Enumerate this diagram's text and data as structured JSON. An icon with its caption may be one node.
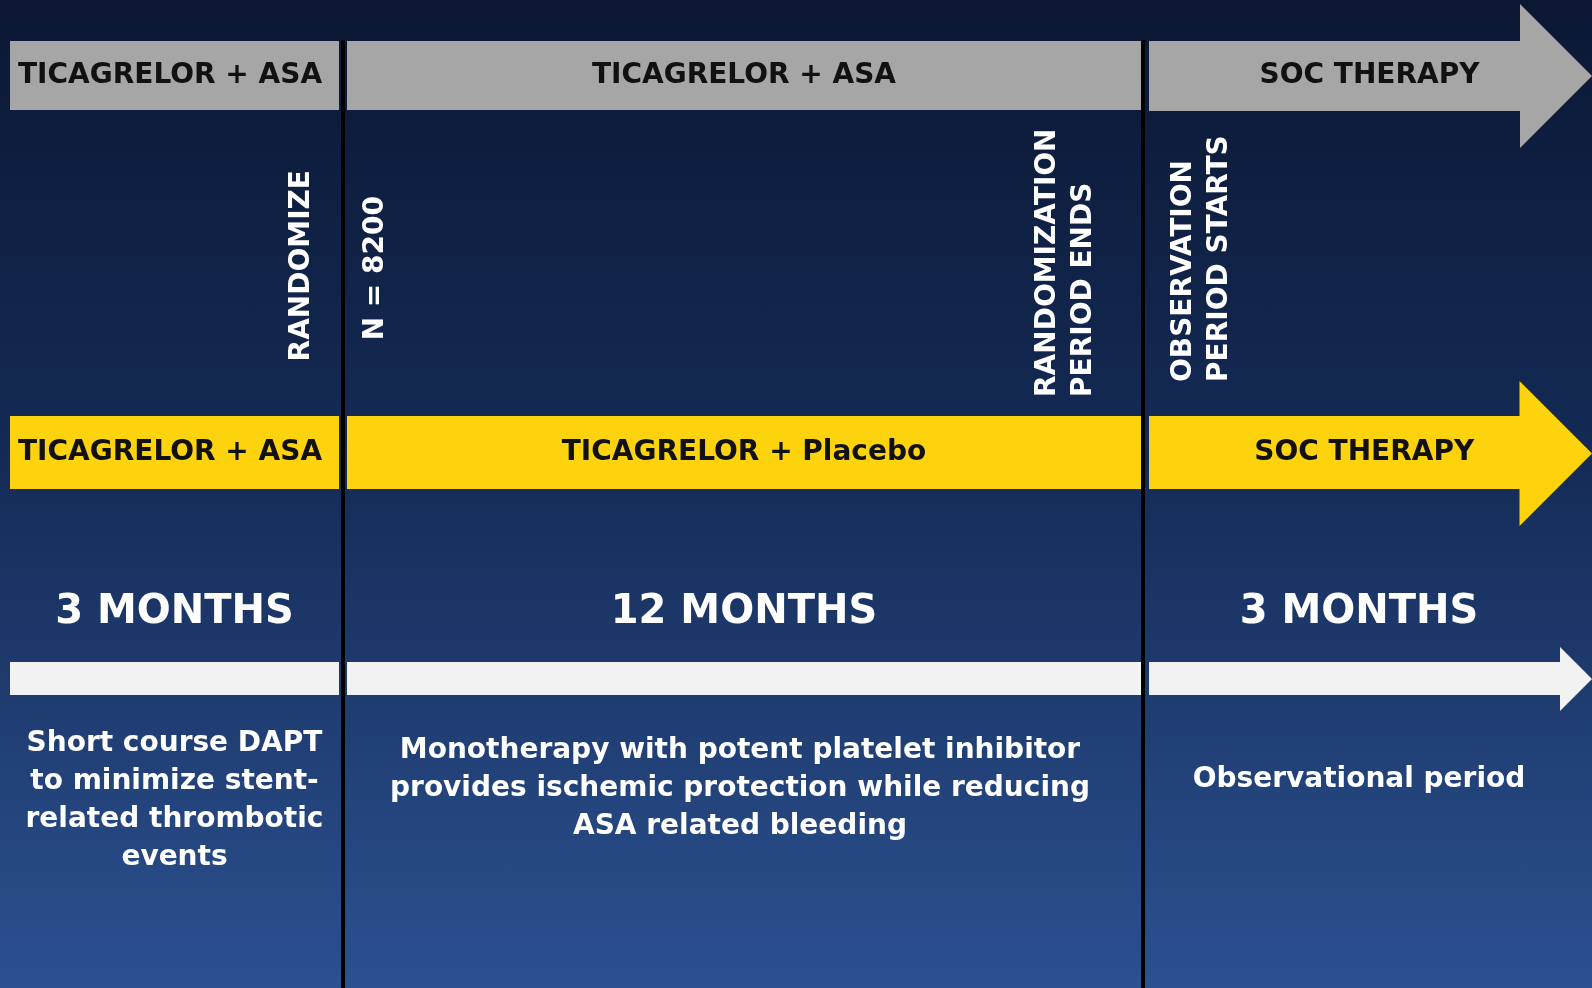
{
  "diagram": {
    "nodes": [
      {
        "text": [
          "TICAGRELOR + ASA"
        ]
      },
      {
        "text": [
          "TICAGRELOR + ASA"
        ]
      },
      {
        "text": [
          "SOC THERAPY"
        ]
      },
      {
        "text": [
          "TICAGRELOR + ASA"
        ]
      },
      {
        "text": [
          "TICAGRELOR + Placebo"
        ]
      },
      {
        "text": [
          "SOC THERAPY"
        ]
      },
      {
        "text": [],
        "shape": "bar"
      },
      {
        "text": [],
        "shape": "bar"
      },
      {
        "text": [],
        "shape": "bar"
      }
    ],
    "labels": [
      "RANDOMIZE",
      "N = 8200",
      "RANDOMIZATION PERIOD ENDS",
      "OBSERVATION PERIOD STARTS",
      "3 MONTHS",
      "12 MONTHS",
      "3 MONTHS",
      "Short course DAPT to minimize stent-related thrombotic events",
      "Monotherapy with potent platelet inhibitor provides ischemic protection while reducing ASA related bleeding",
      "Observational period"
    ]
  }
}
